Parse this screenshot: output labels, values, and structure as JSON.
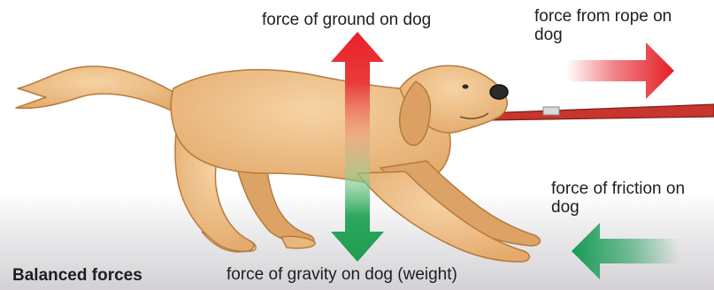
{
  "caption": "Balanced forces",
  "labels": {
    "ground": "force of ground on dog",
    "rope": "force from rope on dog",
    "friction": "force of friction on dog",
    "gravity": "force of gravity on dog (weight)"
  },
  "colors": {
    "upward_arrow": "#e8212b",
    "downward_arrow": "#1f9a4f",
    "rope_arrow": "#e41e26",
    "friction_arrow": "#179b55",
    "dog_fur": "#e9b77c",
    "leash": "#c8352e"
  }
}
